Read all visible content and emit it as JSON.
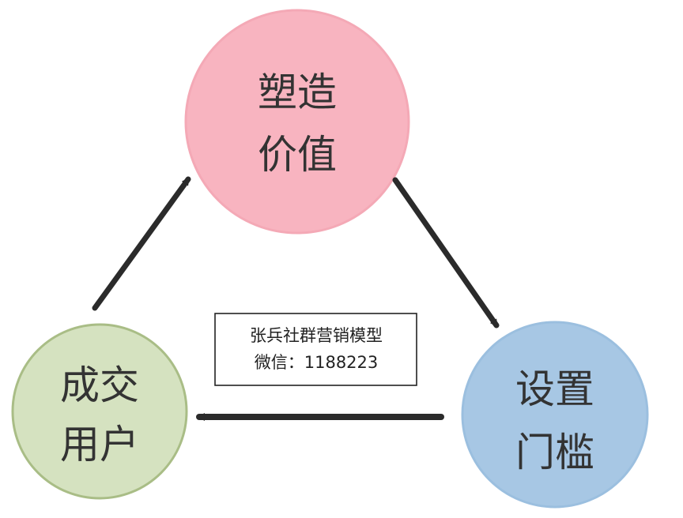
{
  "nodes": {
    "top": {
      "line1": "塑造",
      "line2": "价值",
      "fill": "#f8b4c0",
      "stroke": "#f4a9b6"
    },
    "right": {
      "line1": "设置",
      "line2": "门槛",
      "fill": "#a7c7e4",
      "stroke": "#9bbfdf"
    },
    "left": {
      "line1": "成交",
      "line2": "用户",
      "fill": "#d5e2c0",
      "stroke": "#a9bd86"
    }
  },
  "arrow_color": "#2b2b2b",
  "note": {
    "line1": "张兵社群营销模型",
    "line2": "微信：1188223"
  }
}
